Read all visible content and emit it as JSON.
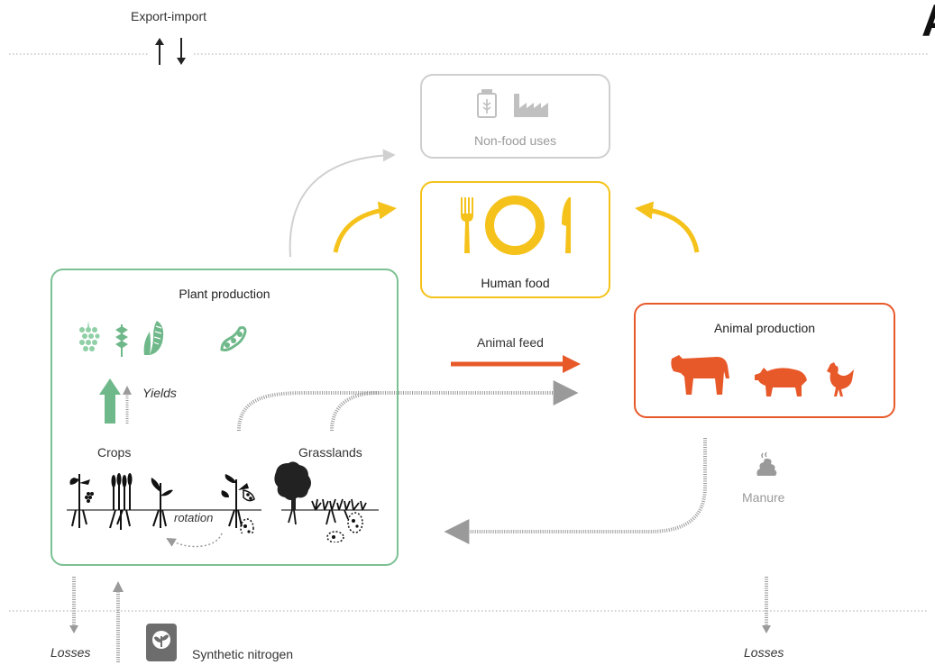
{
  "header": {
    "export_import": "Export-import",
    "corner_glyph": "A"
  },
  "nodes": {
    "non_food": {
      "label": "Non-food uses"
    },
    "human_food": {
      "label": "Human food"
    },
    "plant_production": {
      "label": "Plant production"
    },
    "animal_production": {
      "label": "Animal production"
    }
  },
  "labels": {
    "yields": "Yields",
    "animal_feed": "Animal feed",
    "crops": "Crops",
    "grasslands": "Grasslands",
    "rotation": "rotation",
    "manure": "Manure",
    "losses_left": "Losses",
    "losses_right": "Losses",
    "synthetic_nitrogen": "Synthetic nitrogen"
  },
  "colors": {
    "plant": "#6fb88a",
    "food": "#f5c21b",
    "animal": "#e8592a",
    "grey": "#9a9a9a",
    "light_grey": "#c8c8c8",
    "text": "#333333"
  },
  "icons": [
    "grape-icon",
    "wheat-icon",
    "corn-icon",
    "pea-pod-icon",
    "fork-icon",
    "plate-icon",
    "knife-icon",
    "cow-icon",
    "pig-icon",
    "chicken-icon",
    "bottle-icon",
    "factory-icon",
    "manure-icon",
    "fertilizer-bag-icon",
    "tree-icon"
  ]
}
